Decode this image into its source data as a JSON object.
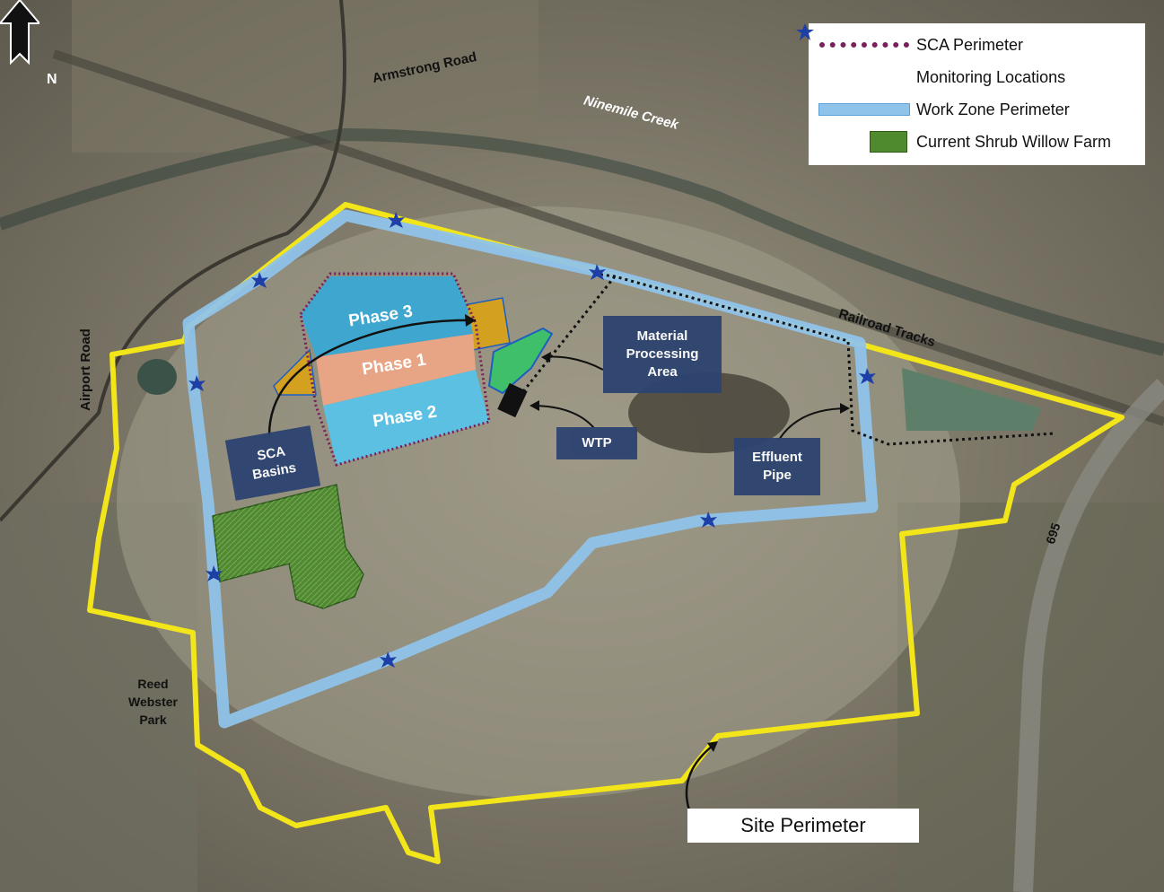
{
  "legend": {
    "items": [
      {
        "label": "SCA Perimeter",
        "symbol": "dotted-line",
        "color": "#7b1e5c"
      },
      {
        "label": "Monitoring Locations",
        "symbol": "star-icon",
        "color": "#1d3fa6"
      },
      {
        "label": "Work Zone Perimeter",
        "symbol": "hatched-band",
        "color": "#8fc3ea"
      },
      {
        "label": "Current Shrub Willow Farm",
        "symbol": "hatched-box",
        "color": "#4f8a2e"
      }
    ]
  },
  "north_label": "N",
  "roads": {
    "armstrong": "Armstrong Road",
    "ninemile": "Ninemile Creek",
    "railroad": "Railroad Tracks",
    "airport": "Airport Road",
    "route": "695"
  },
  "park": {
    "line1": "Reed",
    "line2": "Webster",
    "line3": "Park"
  },
  "phases": {
    "phase3": "Phase 3",
    "phase1": "Phase 1",
    "phase2": "Phase 2"
  },
  "boxes": {
    "sca_basins": {
      "line1": "SCA",
      "line2": "Basins"
    },
    "material": {
      "line1": "Material",
      "line2": "Processing",
      "line3": "Area"
    },
    "wtp": "WTP",
    "effluent": {
      "line1": "Effluent",
      "line2": "Pipe"
    }
  },
  "site_perimeter": "Site Perimeter",
  "colors": {
    "site_perimeter": "#f2e51a",
    "work_zone": "#8fc3ea",
    "sca": "#7b1e5c",
    "phase3": "#3fa6cf",
    "phase1": "#e8a585",
    "phase2": "#5cc0e2",
    "basin": "#d4a020",
    "farm": "#4f8a2e",
    "monitor": "#1d3fa6"
  }
}
